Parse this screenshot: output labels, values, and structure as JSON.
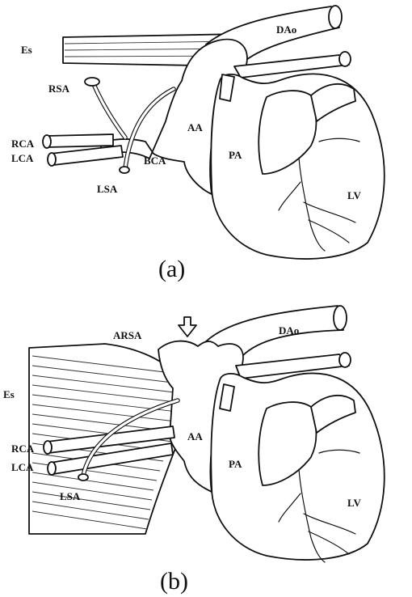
{
  "panel_a": {
    "caption": "(a)",
    "labels": {
      "es": "Es",
      "rsa": "RSA",
      "rca": "RCA",
      "lca": "LCA",
      "lsa": "LSA",
      "bca": "BCA",
      "aa": "AA",
      "pa": "PA",
      "dao": "DAo",
      "lv": "LV"
    }
  },
  "panel_b": {
    "caption": "(b)",
    "labels": {
      "es": "Es",
      "arsa": "ARSA",
      "rca": "RCA",
      "lca": "LCA",
      "lsa": "LSA",
      "aa": "AA",
      "pa": "PA",
      "dao": "DAo",
      "lv": "LV"
    }
  }
}
